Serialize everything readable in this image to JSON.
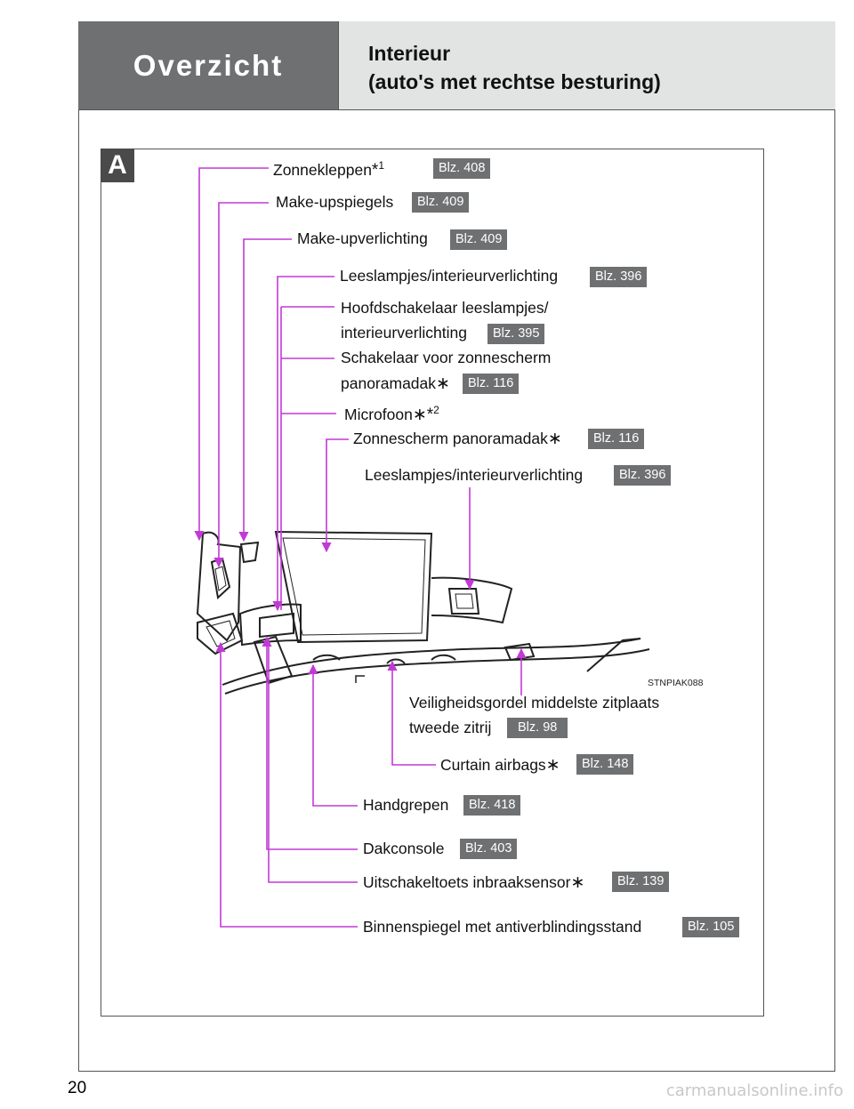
{
  "header": {
    "section": "Overzicht",
    "title_line1": "Interieur",
    "title_line2": "(auto's met rechtse besturing)"
  },
  "diagram": {
    "badge": "A",
    "drawing_code": "STNPIAK088",
    "labels": {
      "sun_visors": {
        "text": "Zonnekleppen",
        "mark": "*",
        "footnote": "1",
        "page": "Blz. 408"
      },
      "vanity_mirrors": {
        "text": "Make-upspiegels",
        "page": "Blz. 409"
      },
      "vanity_lights": {
        "text": "Make-upverlichting",
        "page": "Blz. 409"
      },
      "reading_lights_front": {
        "text": "Leeslampjes/interieurverlichting",
        "page": "Blz. 396"
      },
      "main_switch": {
        "text_line1": "Hoofdschakelaar leeslampjes/",
        "text_line2": "interieurverlichting",
        "page": "Blz. 395"
      },
      "sunshade_switch": {
        "text_line1": "Schakelaar voor zonnescherm",
        "text_line2": "panoramadak",
        "mark": "∗",
        "page": "Blz. 116"
      },
      "microphone": {
        "text": "Microfoon",
        "mark": "∗",
        "mark2": "*",
        "footnote": "2"
      },
      "sunshade": {
        "text": "Zonnescherm panoramadak",
        "mark": "∗",
        "page": "Blz. 116"
      },
      "reading_lights_rear": {
        "text": "Leeslampjes/interieurverlichting",
        "page": "Blz. 396"
      },
      "center_belt": {
        "text_line1": "Veiligheidsgordel middelste zitplaats",
        "text_line2": "tweede zitrij",
        "page": "Blz. 98"
      },
      "curtain_airbags": {
        "text": "Curtain airbags",
        "mark": "∗",
        "page": "Blz. 148"
      },
      "grab_handles": {
        "text": "Handgrepen",
        "page": "Blz. 418"
      },
      "overhead_console": {
        "text": "Dakconsole",
        "page": "Blz. 403"
      },
      "intrusion_sensor_switch": {
        "text": "Uitschakeltoets inbraaksensor",
        "mark": "∗",
        "page": "Blz. 139"
      },
      "rear_view_mirror": {
        "text": "Binnenspiegel met antiverblindingsstand",
        "page": "Blz. 105"
      }
    }
  },
  "page_number": "20",
  "watermark": "carmanualsonline.info",
  "colors": {
    "leader_line": "#c23ad6",
    "header_dark": "#6e7072",
    "header_light": "#e2e4e4",
    "badge": "#6e7072"
  }
}
